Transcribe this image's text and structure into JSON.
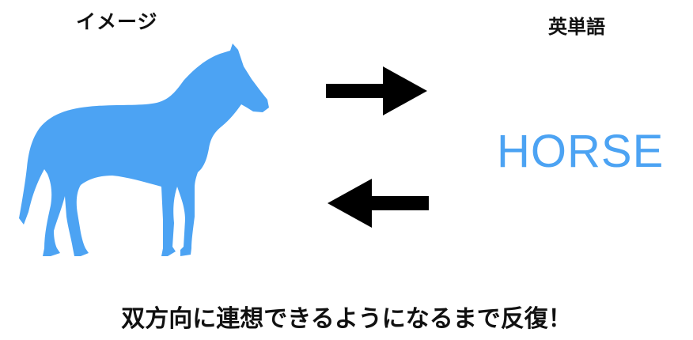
{
  "labels": {
    "image": "イメージ",
    "english_word": "英単語"
  },
  "word": "HORSE",
  "caption": "双方向に連想できるようになるまで反復！",
  "icons": {
    "picture": "horse-icon",
    "forward": "arrow-right-icon",
    "backward": "arrow-left-icon"
  },
  "colors": {
    "accent": "#4ca3f3",
    "text": "#111111",
    "arrow": "#000000",
    "background": "#ffffff"
  }
}
